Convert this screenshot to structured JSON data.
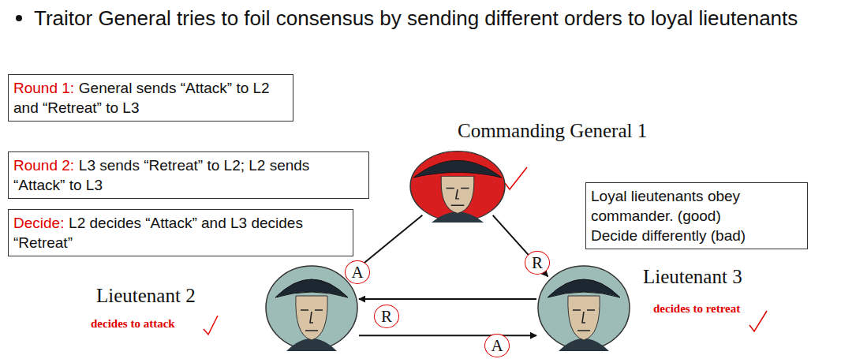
{
  "diagram": {
    "title": "Traitor General tries to foil consensus by sending different orders to loyal lieutenants",
    "nodes": [
      {
        "text": [
          "Round 1:",
          "General sends “Attack” to L2 and “Retreat” to L3"
        ]
      },
      {
        "text": [
          "Round 2:",
          "L3 sends “Retreat” to L2; L2 sends “Attack” to L3"
        ]
      },
      {
        "text": [
          "Decide:",
          "L2 decides “Attack” and L3 decides “Retreat”"
        ]
      },
      {
        "text": [
          "Commanding General 1"
        ]
      },
      {
        "text": [
          "Loyal lieutenants obey commander. (good)",
          "Decide differently (bad)"
        ]
      },
      {
        "text": [
          "Lieutenant 2",
          "decides to attack"
        ]
      },
      {
        "text": [
          "Lieutenant 3",
          "decides to retreat"
        ]
      }
    ],
    "edges": [
      {
        "from": 3,
        "to": 5,
        "arrow": "to",
        "label": "A"
      },
      {
        "from": 3,
        "to": 6,
        "arrow": "to",
        "label": "R"
      },
      {
        "from": 6,
        "to": 5,
        "arrow": "to",
        "label": "R"
      },
      {
        "from": 5,
        "to": 6,
        "arrow": "to",
        "label": "A"
      }
    ]
  }
}
